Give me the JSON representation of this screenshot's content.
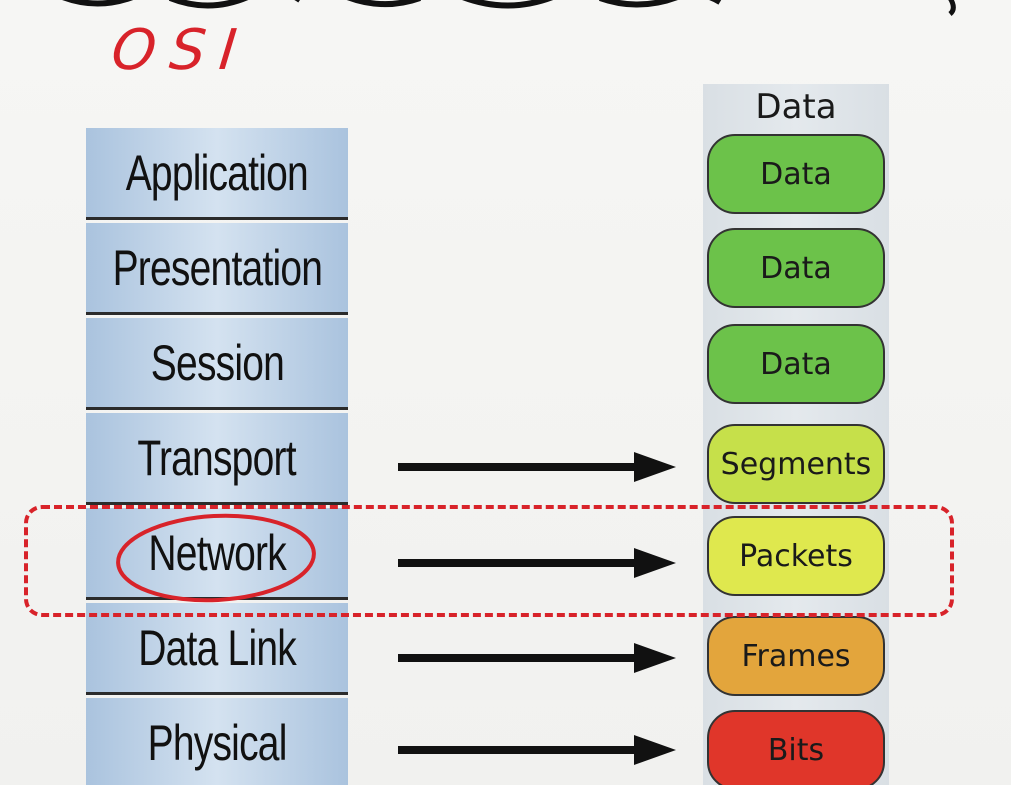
{
  "annotation": {
    "text": "OSI",
    "color": "#d8232a"
  },
  "layers": [
    {
      "label": "Application"
    },
    {
      "label": "Presentation"
    },
    {
      "label": "Session"
    },
    {
      "label": "Transport"
    },
    {
      "label": "Network"
    },
    {
      "label": "Data Link"
    },
    {
      "label": "Physical"
    }
  ],
  "data_column": {
    "header": "Data",
    "units": [
      {
        "label": "Data",
        "color": "#6cc24a"
      },
      {
        "label": "Data",
        "color": "#6cc24a"
      },
      {
        "label": "Data",
        "color": "#6cc24a"
      },
      {
        "label": "Segments",
        "color": "#c6e04a"
      },
      {
        "label": "Packets",
        "color": "#dfe84e"
      },
      {
        "label": "Frames",
        "color": "#e3a53c"
      },
      {
        "label": "Bits",
        "color": "#e0362a"
      }
    ]
  },
  "arrows": [
    {
      "from": "Transport",
      "to": "Segments"
    },
    {
      "from": "Network",
      "to": "Packets"
    },
    {
      "from": "Data Link",
      "to": "Frames"
    },
    {
      "from": "Physical",
      "to": "Bits"
    }
  ],
  "highlight": {
    "layer": "Network",
    "color": "#d8232a"
  }
}
